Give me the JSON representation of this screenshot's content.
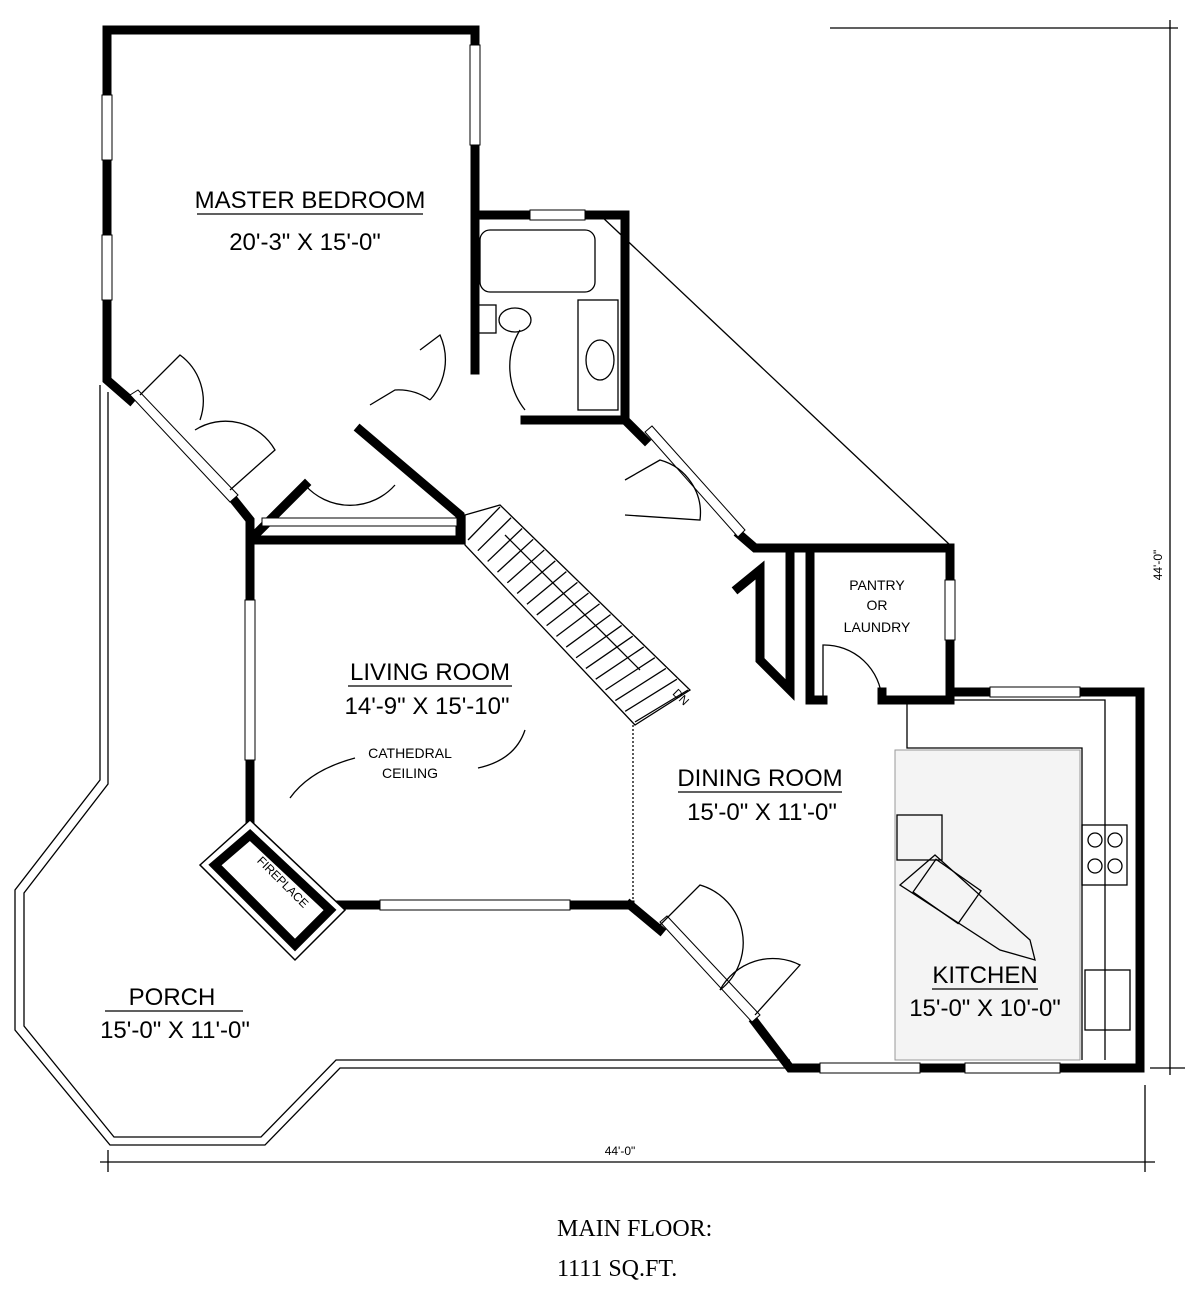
{
  "plan": {
    "rooms": {
      "master_bedroom": {
        "name": "MASTER BEDROOM",
        "size": "20'-3\" X 15'-0\""
      },
      "living_room": {
        "name": "LIVING ROOM",
        "size": "14'-9\" X 15'-10\""
      },
      "dining_room": {
        "name": "DINING ROOM",
        "size": "15'-0\" X 11'-0\""
      },
      "kitchen": {
        "name": "KITCHEN",
        "size": "15'-0\" X 10'-0\""
      },
      "porch": {
        "name": "PORCH",
        "size": "15'-0\" X 11'-0\""
      },
      "pantry": {
        "line1": "PANTRY",
        "line2": "OR",
        "line3": "LAUNDRY"
      }
    },
    "notes": {
      "cathedral_line1": "CATHEDRAL",
      "cathedral_line2": "CEILING",
      "fireplace": "FIREPLACE",
      "stair_dn": "DN"
    },
    "dimensions": {
      "width": "44'-0\"",
      "depth": "44'-0\""
    },
    "caption": {
      "line1": "MAIN FLOOR:",
      "line2": "1111 SQ.FT."
    }
  }
}
